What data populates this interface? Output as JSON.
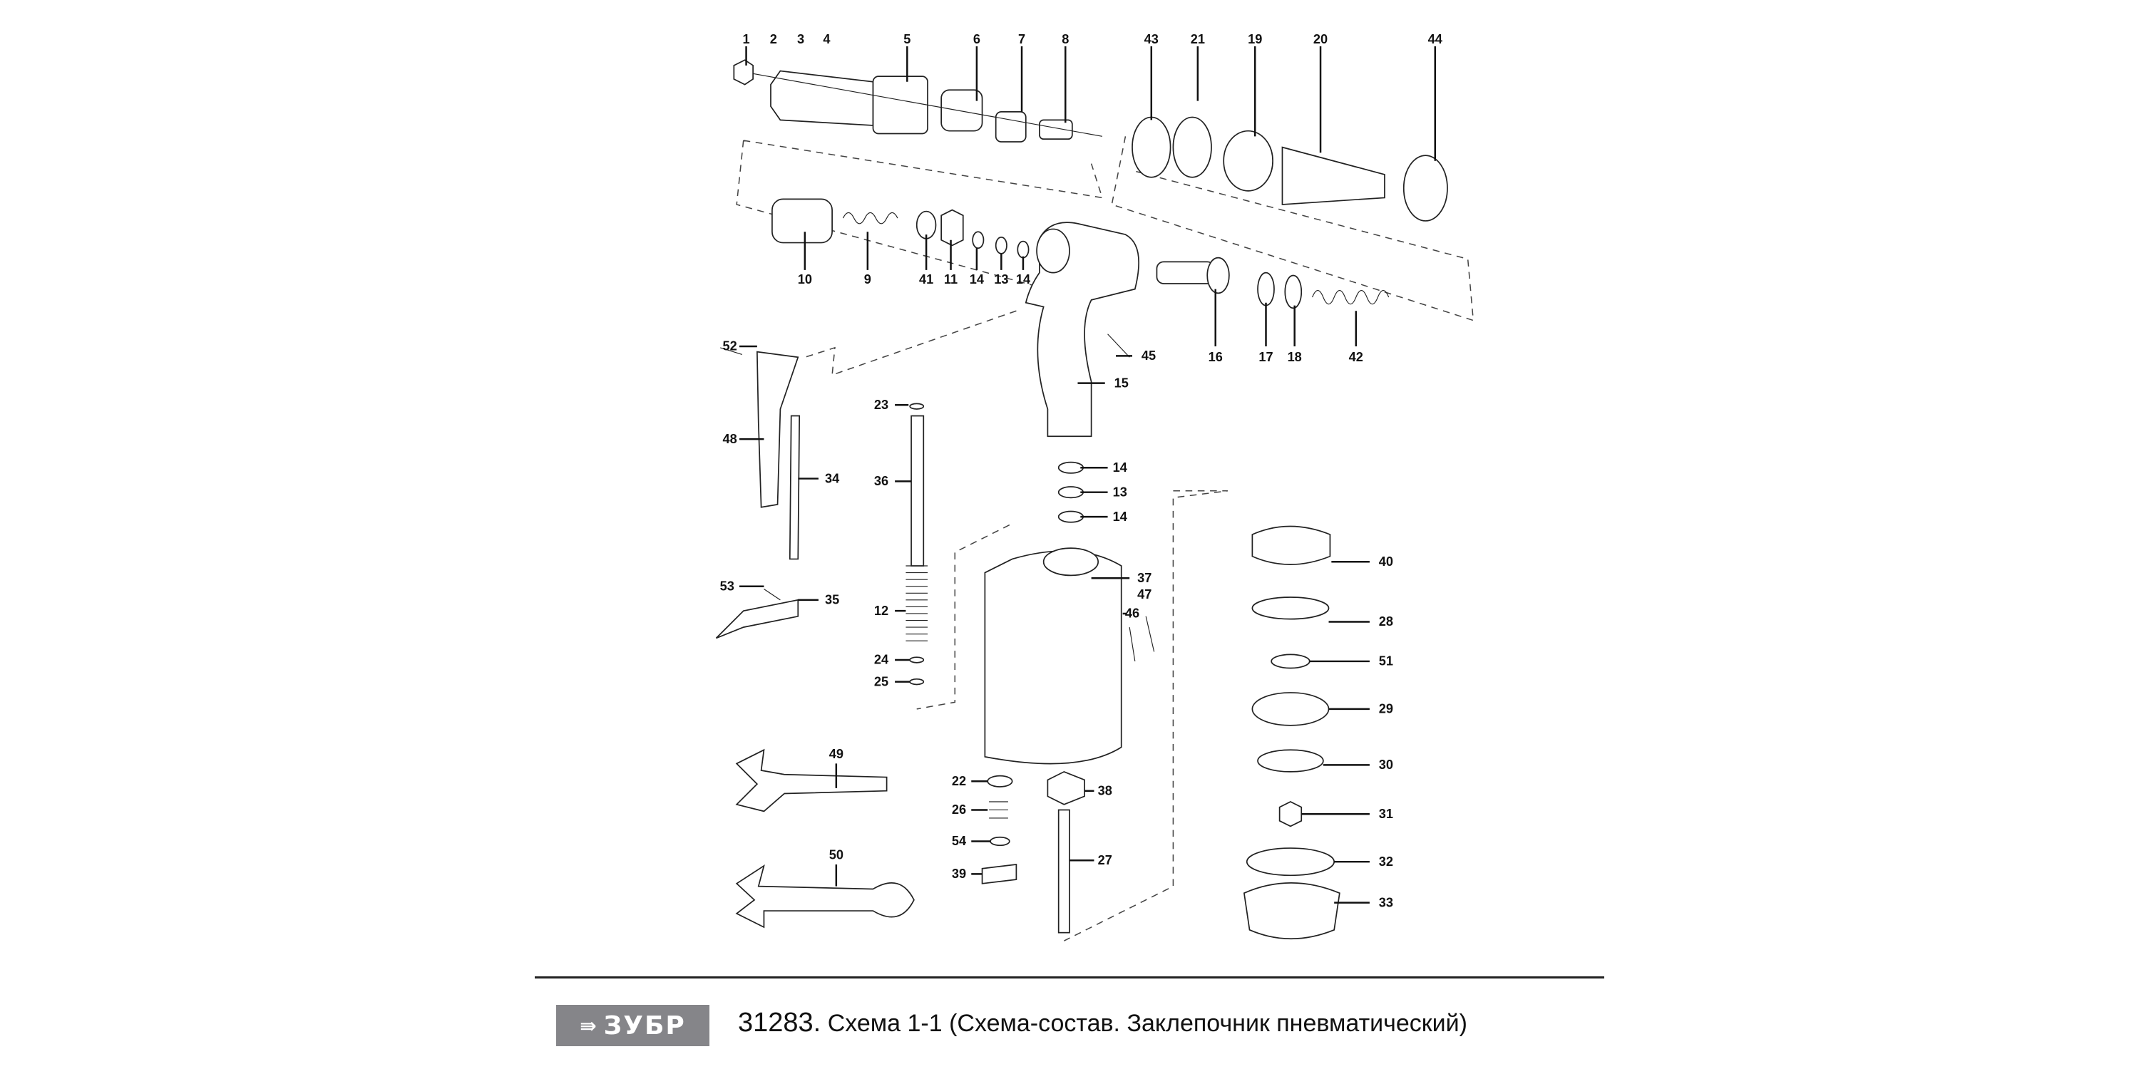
{
  "diagram": {
    "callouts": [
      "1",
      "2",
      "3",
      "4",
      "5",
      "6",
      "7",
      "8",
      "43",
      "21",
      "19",
      "20",
      "44",
      "10",
      "9",
      "41",
      "11",
      "14",
      "13",
      "14",
      "16",
      "17",
      "18",
      "42",
      "45",
      "15",
      "52",
      "48",
      "34",
      "53",
      "35",
      "23",
      "36",
      "12",
      "24",
      "25",
      "14",
      "13",
      "14",
      "37",
      "47",
      "46",
      "40",
      "28",
      "51",
      "29",
      "30",
      "31",
      "32",
      "33",
      "49",
      "50",
      "22",
      "38",
      "26",
      "54",
      "27",
      "39"
    ]
  },
  "footer": {
    "brand": "ЗУБР",
    "model": "31283.",
    "title": "Схема 1-1 (Схема-состав. Заклепочник пневматический)"
  }
}
